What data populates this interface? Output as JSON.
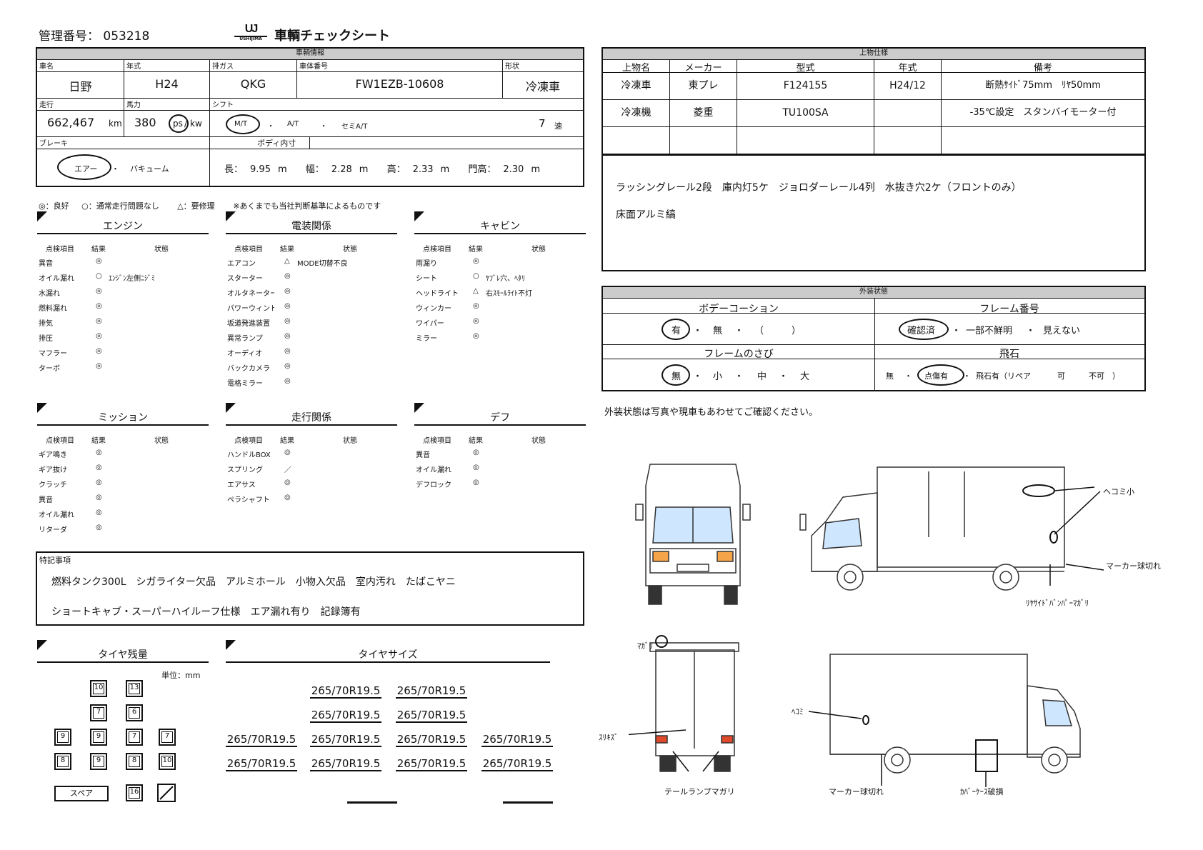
{
  "header": {
    "mgmt_label": "管理番号：",
    "mgmt_number": "053218",
    "logo_text": "USHIJIMA",
    "sheet_title": "車輌チェックシート"
  },
  "vehicle": {
    "section_title": "車輌情報",
    "name_label": "車名",
    "name": "日野",
    "year_label": "年式",
    "year": "H24",
    "exhaust_label": "排ガス",
    "exhaust": "QKG",
    "chassis_label": "車体番号",
    "chassis": "FW1EZB-10608",
    "shape_label": "形状",
    "shape": "冷凍車",
    "mileage_label": "走行",
    "mileage": "662,467",
    "mileage_unit": "km",
    "hp_label": "馬力",
    "hp": "380",
    "hp_unit_ps": "ps",
    "hp_unit_kw": "kw",
    "shift_label": "シフト",
    "shift_mt": "M/T",
    "shift_at": "A/T",
    "shift_semi": "セミA/T",
    "speeds": "7",
    "speeds_unit": "速",
    "brake_label": "ブレーキ",
    "brake_air": "エアー",
    "brake_vacuum": "バキューム",
    "body_label": "ボディ内寸",
    "len_label": "長：",
    "len": "9.95",
    "width_label": "幅：",
    "width": "2.28",
    "height_label": "高：",
    "height": "2.33",
    "door_label": "門高：",
    "door": "2.30",
    "unit_m": "m",
    "sep": "・"
  },
  "legend": {
    "good": "◎：良好",
    "ok": "○：通常走行問題なし",
    "repair": "△：要修理",
    "note": "※あくまでも当社判断基準によるものです"
  },
  "col_heads": {
    "item": "点検項目",
    "result": "結果",
    "state": "状態"
  },
  "engine": {
    "title": "エンジン",
    "rows": [
      {
        "item": "異音",
        "result": "◎",
        "state": ""
      },
      {
        "item": "オイル漏れ",
        "result": "○",
        "state": "ｴﾝｼﾞﾝ左側ﾆｼﾞﾐ"
      },
      {
        "item": "水漏れ",
        "result": "◎",
        "state": ""
      },
      {
        "item": "燃料漏れ",
        "result": "◎",
        "state": ""
      },
      {
        "item": "排気",
        "result": "◎",
        "state": ""
      },
      {
        "item": "排圧",
        "result": "◎",
        "state": ""
      },
      {
        "item": "マフラー",
        "result": "◎",
        "state": ""
      },
      {
        "item": "ターボ",
        "result": "◎",
        "state": ""
      }
    ]
  },
  "electric": {
    "title": "電装関係",
    "rows": [
      {
        "item": "エアコン",
        "result": "△",
        "state": "MODE切替不良"
      },
      {
        "item": "スターター",
        "result": "◎",
        "state": ""
      },
      {
        "item": "オルタネーター",
        "result": "◎",
        "state": ""
      },
      {
        "item": "パワーウィンド",
        "result": "◎",
        "state": ""
      },
      {
        "item": "坂道発進装置",
        "result": "◎",
        "state": ""
      },
      {
        "item": "異常ランプ",
        "result": "◎",
        "state": ""
      },
      {
        "item": "オーディオ",
        "result": "◎",
        "state": ""
      },
      {
        "item": "バックカメラ",
        "result": "◎",
        "state": ""
      },
      {
        "item": "電格ミラー",
        "result": "◎",
        "state": ""
      }
    ]
  },
  "cabin": {
    "title": "キャビン",
    "rows": [
      {
        "item": "雨漏り",
        "result": "◎",
        "state": ""
      },
      {
        "item": "シート",
        "result": "○",
        "state": "ﾔﾌﾞﾚ穴、ﾍﾀﾘ"
      },
      {
        "item": "ヘッドライト",
        "result": "△",
        "state": "右ｽﾓｰﾙﾗｲﾄ不灯"
      },
      {
        "item": "ウィンカー",
        "result": "◎",
        "state": ""
      },
      {
        "item": "ワイパー",
        "result": "◎",
        "state": ""
      },
      {
        "item": "ミラー",
        "result": "◎",
        "state": ""
      }
    ]
  },
  "mission": {
    "title": "ミッション",
    "rows": [
      {
        "item": "ギア鳴き",
        "result": "◎",
        "state": ""
      },
      {
        "item": "ギア抜け",
        "result": "◎",
        "state": ""
      },
      {
        "item": "クラッチ",
        "result": "◎",
        "state": ""
      },
      {
        "item": "異音",
        "result": "◎",
        "state": ""
      },
      {
        "item": "オイル漏れ",
        "result": "◎",
        "state": ""
      },
      {
        "item": "リターダ",
        "result": "◎",
        "state": ""
      }
    ]
  },
  "running": {
    "title": "走行関係",
    "rows": [
      {
        "item": "ハンドルBOX",
        "result": "◎",
        "state": ""
      },
      {
        "item": "スプリング",
        "result": "／",
        "state": ""
      },
      {
        "item": "エアサス",
        "result": "◎",
        "state": ""
      },
      {
        "item": "ペラシャフト",
        "result": "◎",
        "state": ""
      }
    ]
  },
  "diff": {
    "title": "デフ",
    "rows": [
      {
        "item": "異音",
        "result": "◎",
        "state": ""
      },
      {
        "item": "オイル漏れ",
        "result": "◎",
        "state": ""
      },
      {
        "item": "デフロック",
        "result": "◎",
        "state": ""
      }
    ]
  },
  "remarks": {
    "label": "特記事項",
    "line1": "燃料タンク300L　シガライター欠品　アルミホール　小物入欠品　室内汚れ　たばこヤニ",
    "line2": "ショートキャブ・スーパーハイルーフ仕様　エア漏れ有り　記録簿有"
  },
  "tire_remain": {
    "title": "タイヤ残量",
    "unit": "単位：mm",
    "values": [
      "10",
      "13",
      "7",
      "6",
      "9",
      "9",
      "7",
      "7",
      "8",
      "9",
      "8",
      "10",
      "16"
    ],
    "spare_label": "スペア"
  },
  "tire_size": {
    "title": "タイヤサイズ",
    "size": "265/70R19.5"
  },
  "upper": {
    "section_title": "上物仕様",
    "heads": [
      "上物名",
      "メーカー",
      "型式",
      "年式",
      "備考"
    ],
    "rows": [
      [
        "冷凍車",
        "東プレ",
        "F124155",
        "H24/12",
        "断熱ｻｲﾄﾞ75mm　ﾘﾔ50mm"
      ],
      [
        "冷凍機",
        "菱重",
        "TU100SA",
        "",
        "-35℃設定　スタンバイモーター付"
      ],
      [
        "",
        "",
        "",
        "",
        ""
      ]
    ],
    "note1": "ラッシングレール2段　庫内灯5ケ　ジョロダーレール4列　水抜き穴2ケ（フロントのみ）",
    "note2": "床面アルミ縞"
  },
  "exterior": {
    "section_title": "外装状態",
    "body_coat_label": "ボデーコーション",
    "body_coat_yes": "有",
    "body_coat_no": "無",
    "body_coat_paren": "（　　　）",
    "frame_no_label": "フレーム番号",
    "frame_confirmed": "確認済",
    "frame_partial": "一部不鮮明",
    "frame_invisible": "見えない",
    "rust_label": "フレームのさび",
    "rust_none": "無",
    "rust_small": "小",
    "rust_mid": "中",
    "rust_large": "大",
    "chip_label": "飛石",
    "chip_none": "無",
    "chip_scratch": "点傷有",
    "chip_repair": "飛石有（リペア",
    "chip_ok": "可",
    "chip_ng": "不可　）",
    "sep": "・",
    "confirm_note": "外装状態は写真や現車もあわせてご確認ください。"
  },
  "annotations": {
    "dent_small": "ヘコミ小",
    "marker_out_1": "マーカー球切れ",
    "rear_bumper": "ﾘﾔｻｲﾄﾞﾊﾞﾝﾊﾟｰﾏｶﾞﾘ",
    "bend": "ﾏｶﾞﾘ",
    "scratch": "ｽﾘｷｽﾞ",
    "tail_lamp": "テールランプマガリ",
    "dent": "ﾍｺﾐ",
    "marker_out_2": "マーカー球切れ",
    "cover_case": "ｶﾊﾞｰｹｰｽ破損"
  }
}
